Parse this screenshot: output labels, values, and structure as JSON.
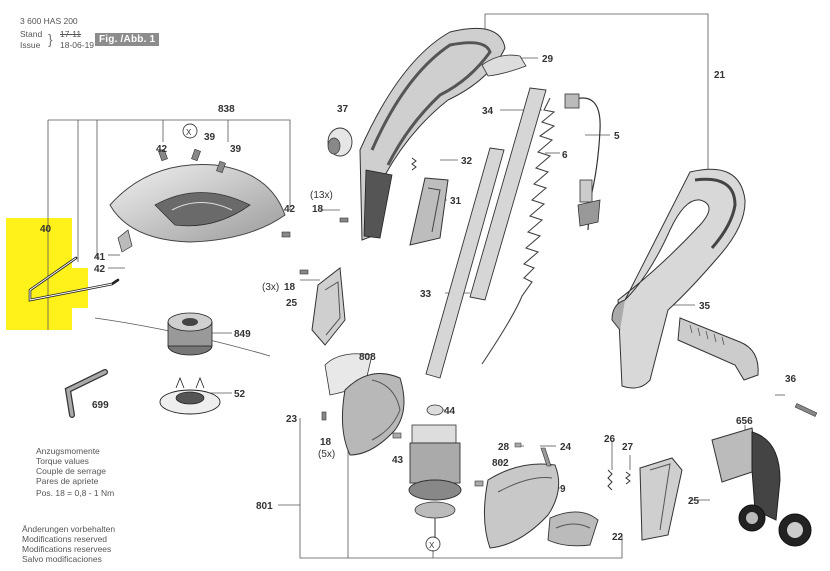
{
  "header": {
    "doc_number": "3 600 HAS 200",
    "stand_label": "Stand",
    "issue_label": "Issue",
    "stand_value": "17-11",
    "issue_value": "18-06-19",
    "figure_tag": "Fig. /Abb. 1"
  },
  "torque_note": [
    "Anzugsmomente",
    "Torque values",
    "Couple de serrage",
    "Pares de apriete",
    "Pos.   18 = 0,8 - 1 Nm"
  ],
  "change_note": [
    "Änderungen vorbehalten",
    "Modifications reserved",
    "Modifications reservees",
    "Salvo modificaciones"
  ],
  "parts": {
    "p838": "838",
    "p42a": "42",
    "p39a": "39",
    "p39b": "39",
    "px1": "X",
    "p42b": "42",
    "p40": "40",
    "p41": "41",
    "p42c": "42",
    "p849": "849",
    "p52": "52",
    "p699": "699",
    "p37": "37",
    "p13x": "(13x)",
    "p18a": "18",
    "p3x": "(3x)",
    "p18b": "18",
    "p25a": "25",
    "p23": "23",
    "p808": "808",
    "p18c": "18",
    "p5x": "(5x)",
    "p43": "43",
    "p801": "801",
    "p29": "29",
    "p21": "21",
    "p34": "34",
    "p5": "5",
    "p6": "6",
    "p32": "32",
    "p31": "31",
    "p33": "33",
    "p35": "35",
    "p36": "36",
    "p44": "44",
    "p28": "28",
    "p24": "24",
    "p802": "802",
    "p9": "9",
    "p22": "22",
    "px2": "X",
    "p26": "26",
    "p27": "27",
    "p25b": "25",
    "p656": "656"
  }
}
